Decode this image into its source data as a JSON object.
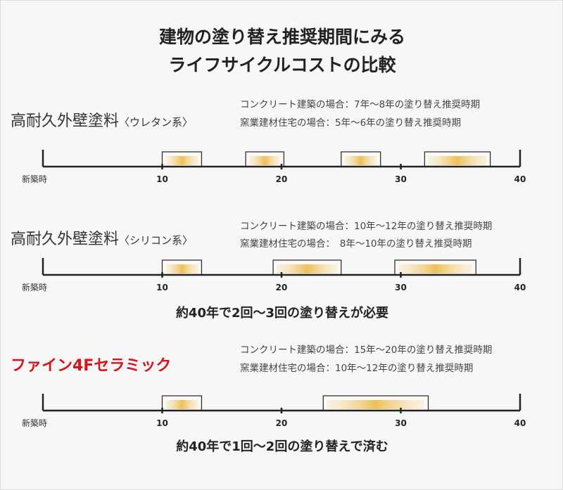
{
  "title": [
    "建物の塗り替え推奨期間にみる",
    "ライフサイクルコストの比較"
  ],
  "axis": {
    "min": 0,
    "max": 40,
    "ticks": [
      {
        "value": 0,
        "label": "新築時"
      },
      {
        "value": 10,
        "label": "10"
      },
      {
        "value": 20,
        "label": "20"
      },
      {
        "value": 30,
        "label": "30"
      },
      {
        "value": 40,
        "label": "40"
      }
    ]
  },
  "rows": [
    {
      "name": "高耐久外壁塗料",
      "type": "〈ウレタン系〉",
      "notes": [
        "コンクリート建築の場合：7年～8年の塗り替え推奨時期",
        "窯業建材住宅の場合：5年～6年の塗り替え推奨時期"
      ],
      "periods": [
        [
          10,
          13.3
        ],
        [
          17,
          20.2
        ],
        [
          25,
          28.3
        ],
        [
          32,
          37.5
        ]
      ],
      "summary": ""
    },
    {
      "name": "高耐久外壁塗料",
      "type": "〈シリコン系〉",
      "notes": [
        "コンクリート建築の場合：10年～12年の塗り替え推奨時期",
        "窯業建材住宅の場合：　8年～10年の塗り替え推奨時期"
      ],
      "periods": [
        [
          10,
          13.3
        ],
        [
          19.3,
          25
        ],
        [
          29.5,
          36.3
        ]
      ],
      "summary": "約40年で2回～3回の塗り替えが必要"
    },
    {
      "name": "ファイン4Fセラミック",
      "type": "",
      "notes": [
        "コンクリート建築の場合：15年～20年の塗り替え推奨時期",
        "窯業建材住宅の場合：10年～12年の塗り替え推奨時期"
      ],
      "periods": [
        [
          10,
          13.3
        ],
        [
          23.5,
          32.3
        ]
      ],
      "summary": "約40年で1回～2回の塗り替えで済む"
    }
  ],
  "colors": {
    "accent_red": "#d8141b",
    "fill": "#f0c060"
  }
}
